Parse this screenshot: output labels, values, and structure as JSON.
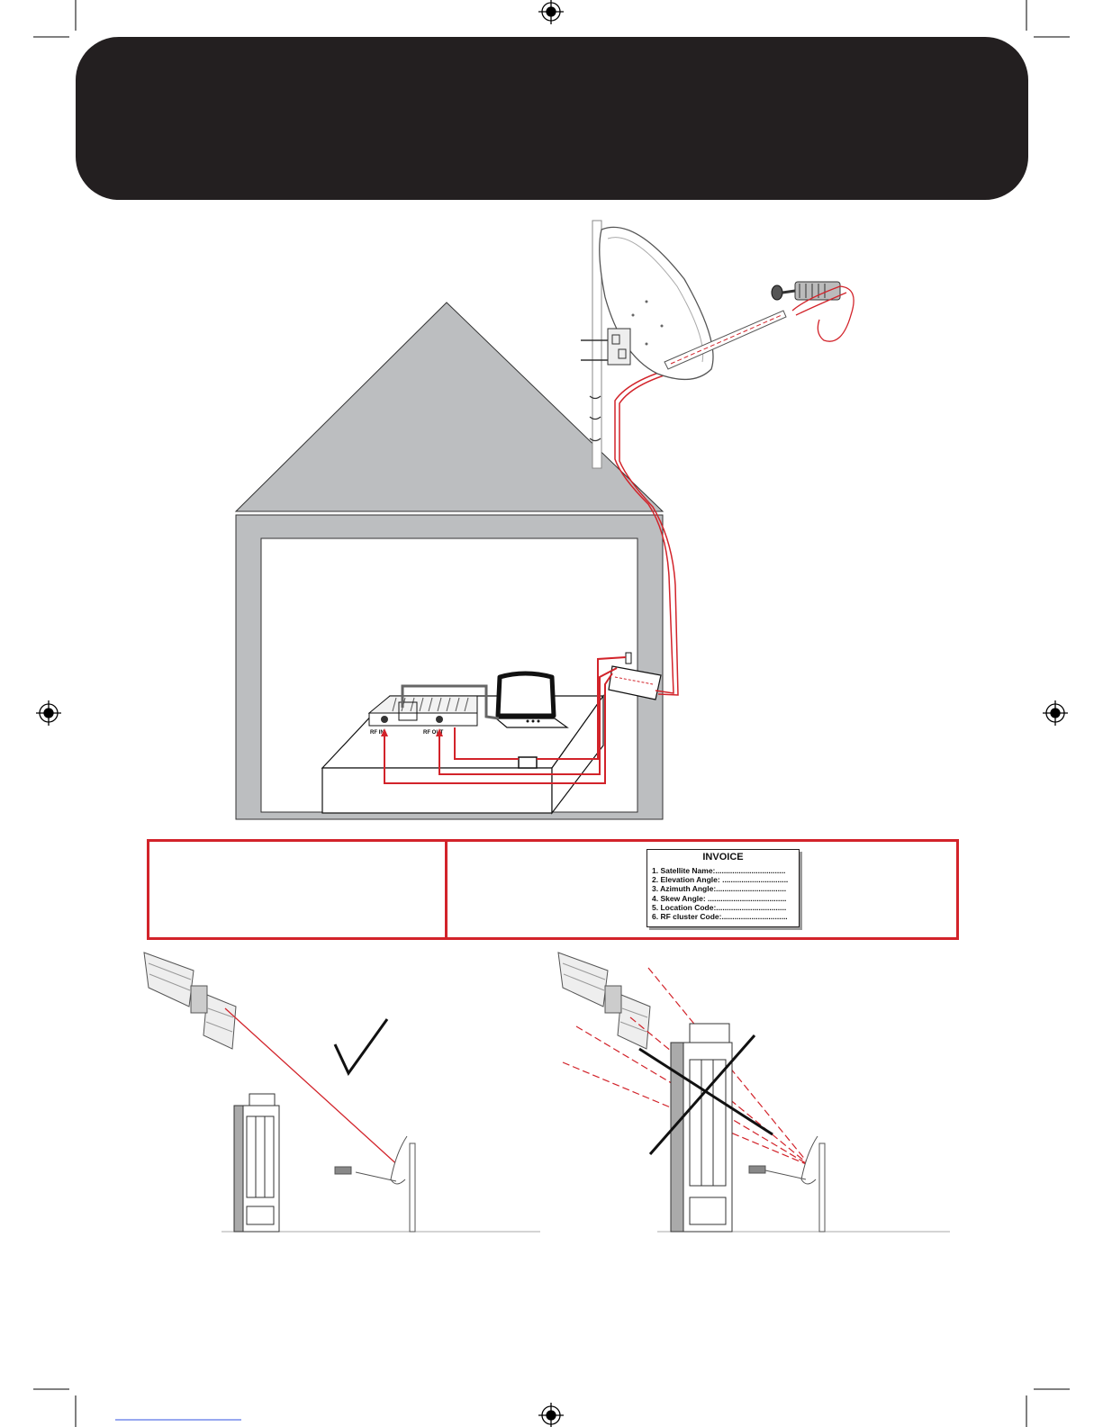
{
  "invoice": {
    "title": "INVOICE",
    "lines": [
      "1. Satellite Name:.................................",
      "2. Elevation Angle: ...............................",
      "3. Azimuth Angle:.................................",
      "4. Skew Angle: .....................................",
      "5. Location Code:.................................",
      "6. RF cluster Code:..............................."
    ]
  },
  "receiver": {
    "rf_in_label": "RF IN",
    "rf_out_label": "RF OUT"
  },
  "colors": {
    "banner": "#231f20",
    "cable_red": "#d2232a",
    "wall_grey": "#bcbec0"
  },
  "icons": [
    "registration-mark-icon",
    "check-mark-icon",
    "cross-mark-icon"
  ]
}
